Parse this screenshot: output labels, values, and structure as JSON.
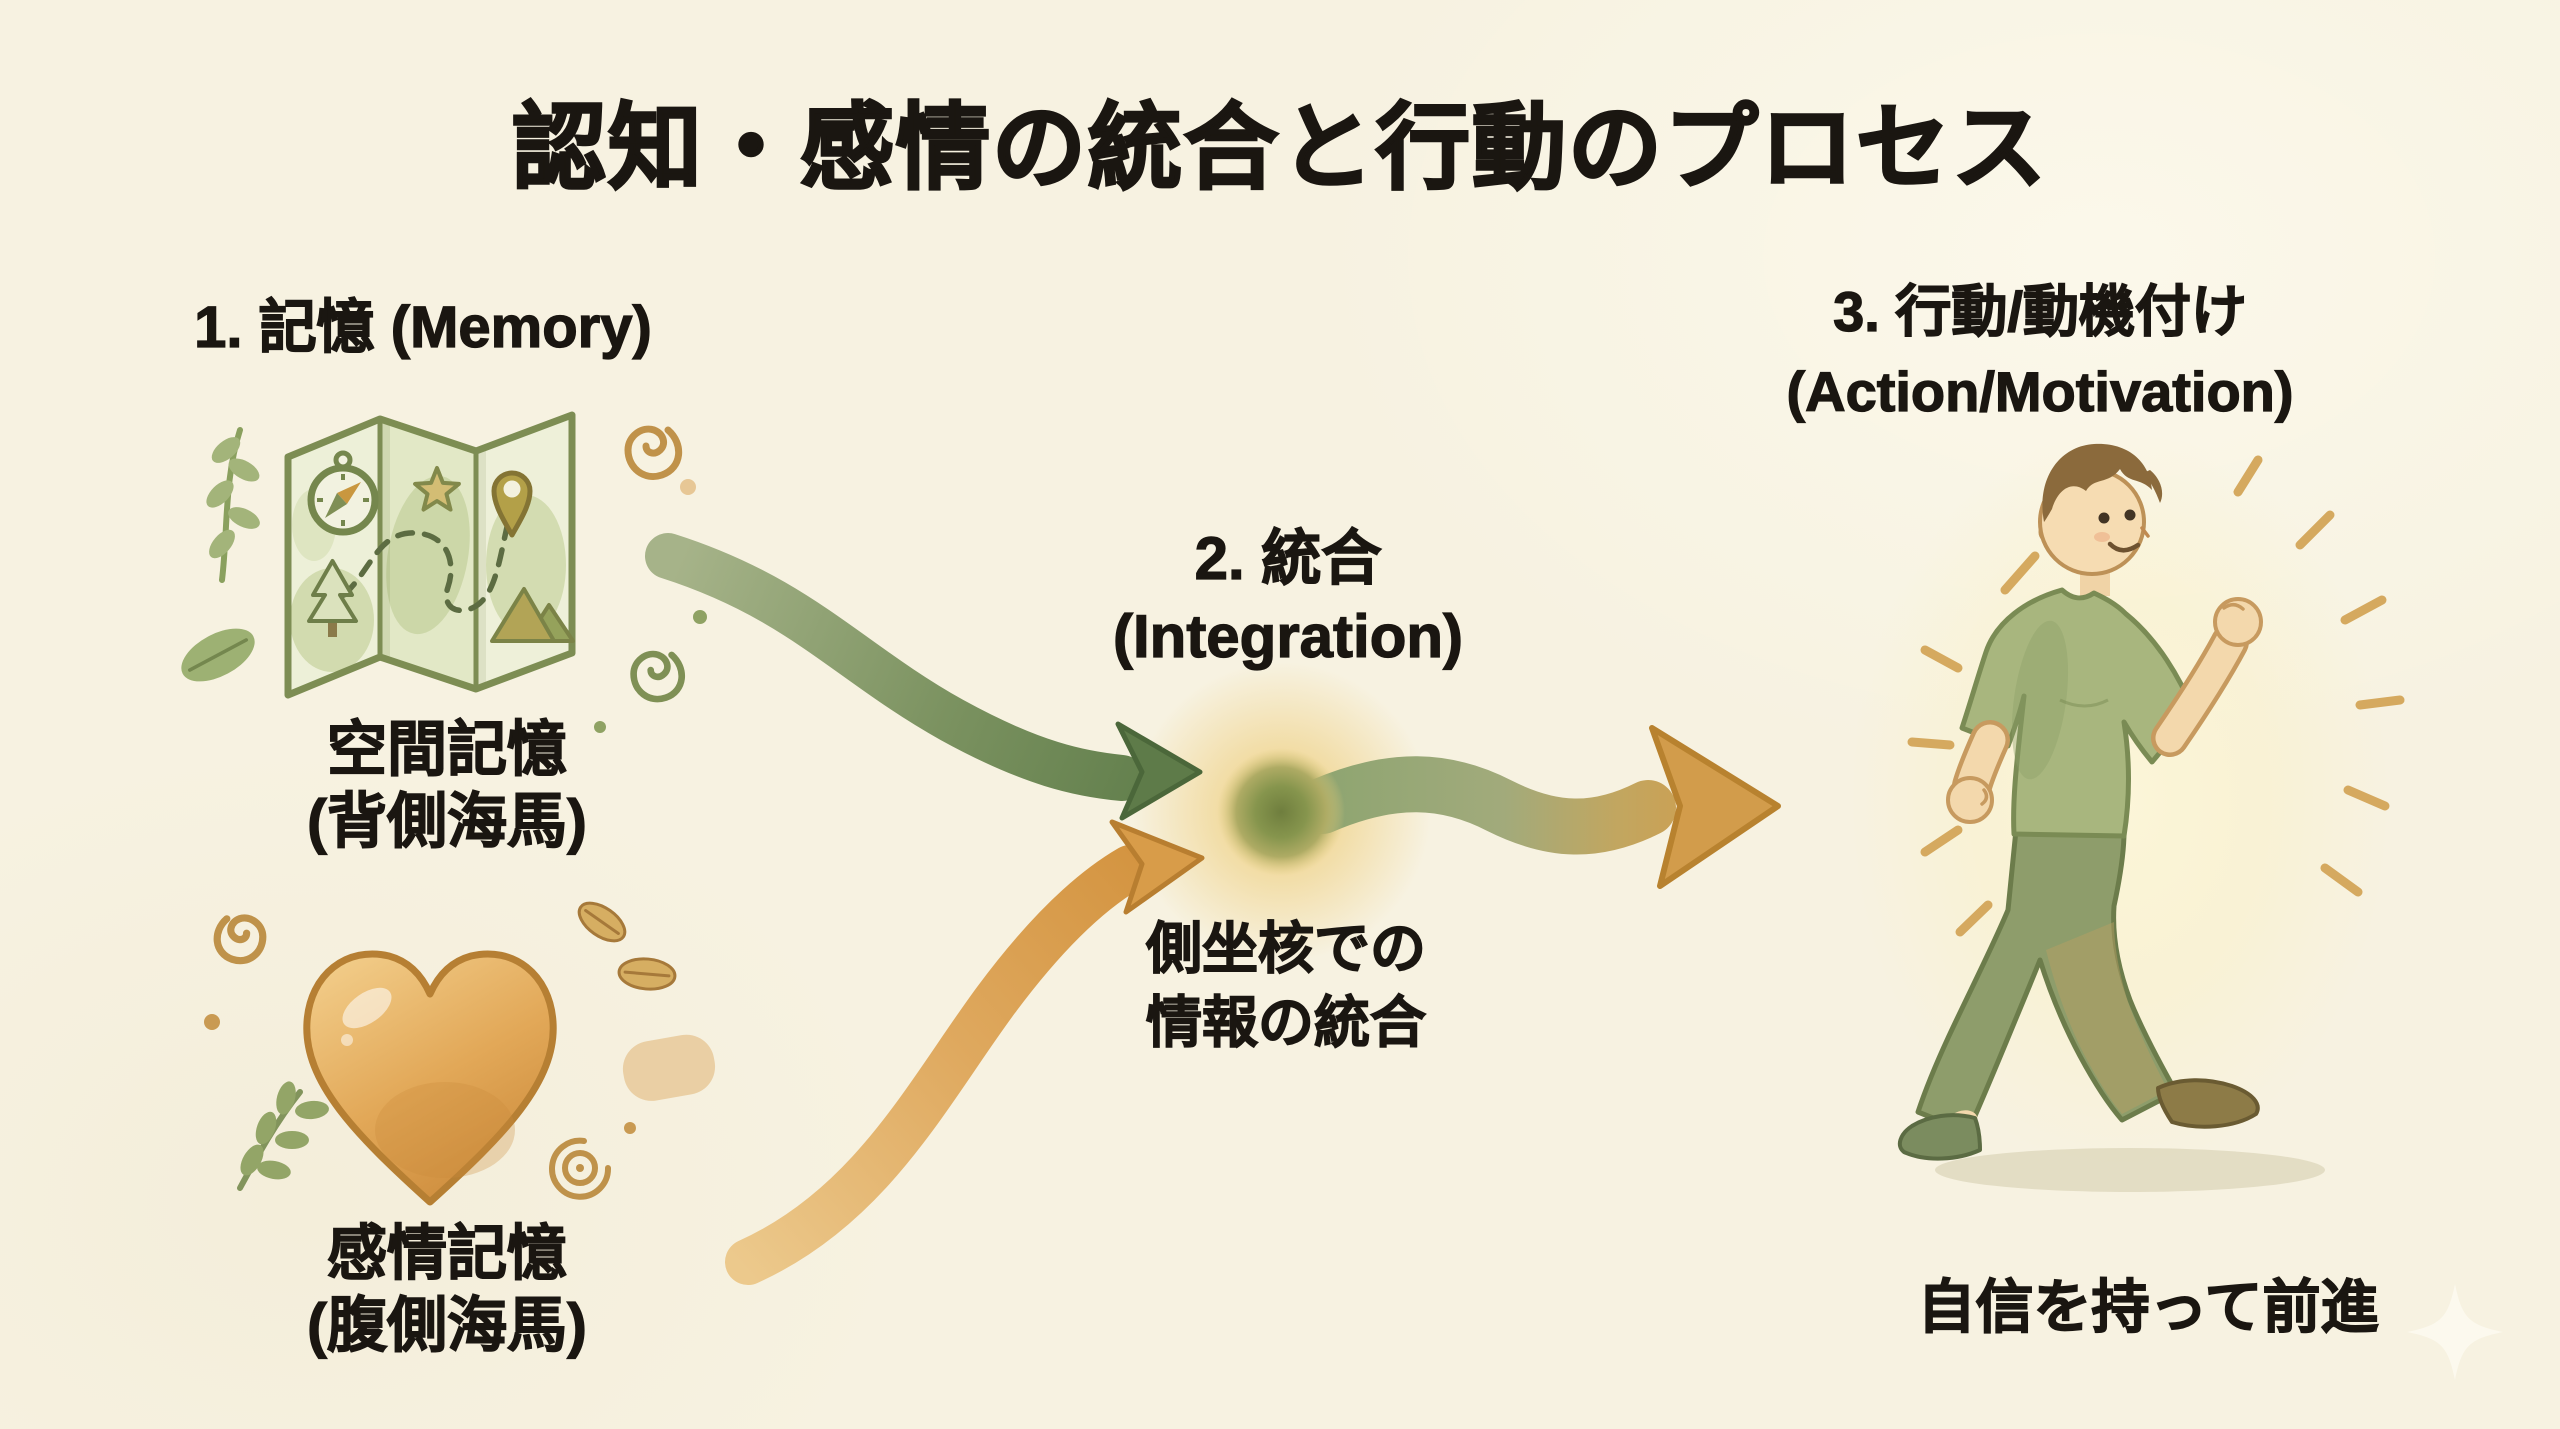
{
  "title": "認知・感情の統合と行動のプロセス",
  "steps": {
    "memory": {
      "label": "1. 記憶 (Memory)",
      "spatial_line1": "空間記憶",
      "spatial_line2": "(背側海馬)",
      "emotional_line1": "感情記憶",
      "emotional_line2": "(腹側海馬)"
    },
    "integration": {
      "label_line1": "2. 統合",
      "label_line2": "(Integration)",
      "caption_line1": "側坐核での",
      "caption_line2": "情報の統合"
    },
    "action": {
      "label_line1": "3. 行動/動機付け",
      "label_line2": "(Action/Motivation)",
      "caption": "自信を持って前進"
    }
  },
  "icons": {
    "map": "folded-trail-map",
    "compass": "compass",
    "star": "star-marker",
    "pin": "location-pin",
    "tree": "pine-tree",
    "mountains": "mountain-peaks",
    "heart": "watercolor-heart",
    "nucleus": "integration-glow-node",
    "person": "walking-person",
    "sparkle": "sparkle",
    "arrows": [
      "green-spatial-arrow",
      "orange-emotional-arrow",
      "gold-output-arrow"
    ]
  },
  "palette": {
    "background": "#f7f2e1",
    "text": "#1a1611",
    "spatial_arrow_green": "#5f7d4a",
    "emotional_arrow_orange": "#d2913c",
    "output_arrow_gold": "#d09a48",
    "heart_orange": "#e2a858",
    "map_green": "#cbd6a5",
    "glow_gold": "#eecd7a",
    "shirt_green": "#a8b67e",
    "pants_olive": "#8e9d6b",
    "skin": "#f3d8ac"
  }
}
